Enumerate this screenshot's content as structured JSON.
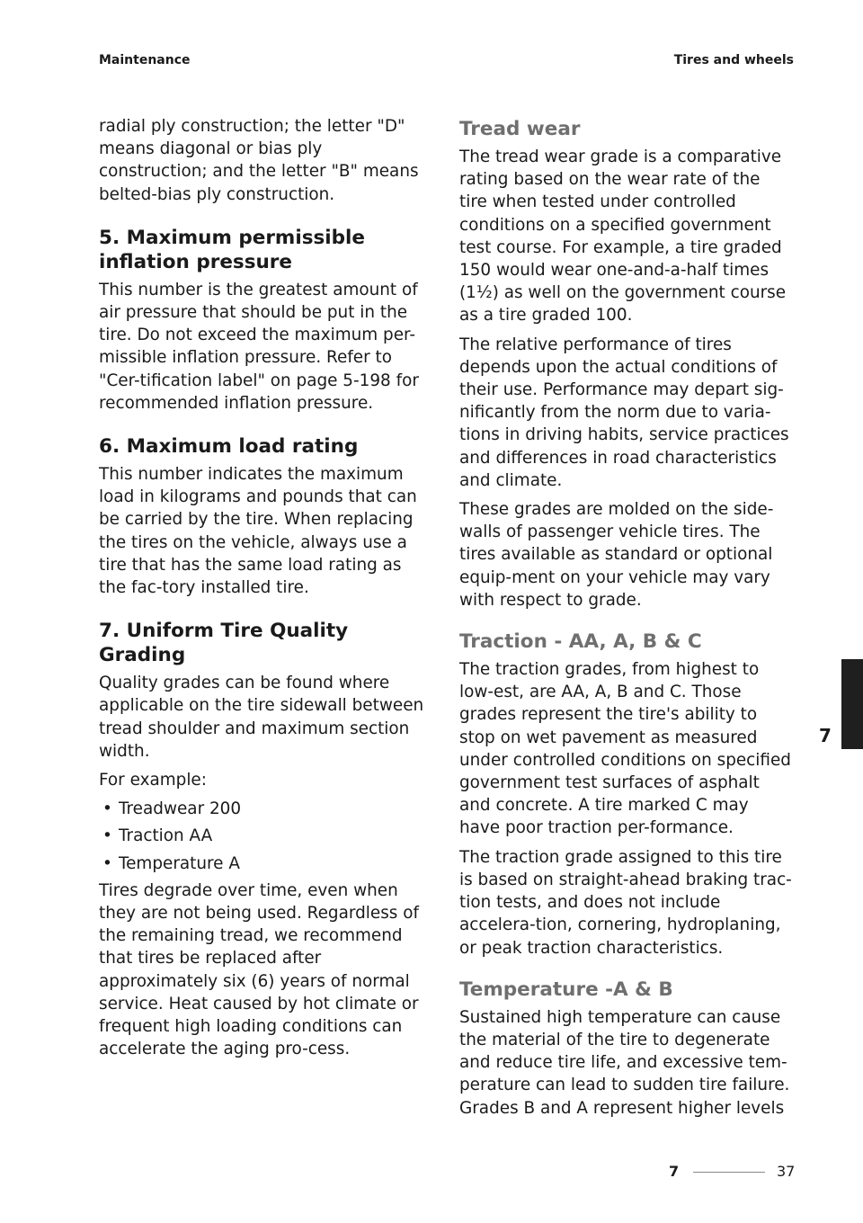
{
  "header": {
    "left": "Maintenance",
    "right": "Tires and wheels"
  },
  "left_column": {
    "intro": "radial ply construction; the letter \"D\" means diagonal or bias ply construction; and the letter \"B\" means belted-bias ply construction.",
    "s5_title": "5. Maximum permissible inflation pressure",
    "s5_text": "This number is the greatest amount of air pressure that should be put in the tire. Do not exceed the maximum per-missible inflation pressure. Refer to \"Cer-tification label\" on page 5-198 for recommended inflation pressure.",
    "s6_title": "6. Maximum load rating",
    "s6_text": "This number indicates the maximum load in kilograms and pounds that can be carried by the tire. When replacing the tires on the vehicle, always use a tire that has the same load rating as the fac-tory installed tire.",
    "s7_title": "7. Uniform Tire Quality Grading",
    "s7_text": "Quality grades can be found where applicable on the tire sidewall between tread shoulder and maximum section width.",
    "s7_example": "For example:",
    "bullet_char": "•",
    "bullets": [
      "Treadwear 200",
      "Traction AA",
      "Temperature A"
    ],
    "s7_closing": "Tires degrade over time, even when they are not being used. Regardless of the remaining tread, we recommend that tires be replaced after approximately six (6) years of normal service. Heat caused by hot climate or frequent high loading conditions can accelerate the aging pro-cess."
  },
  "right_column": {
    "tread_title": "Tread wear",
    "tread_p1": "The tread wear grade is a comparative rating based on the wear rate of the tire when tested under controlled conditions on a specified government test course. For example, a tire graded 150 would wear one-and-a-half times (1½) as well on the government course as a tire graded 100.",
    "tread_p2": "The relative performance of tires depends upon the actual conditions of their use. Performance may depart sig-nificantly from the norm due to varia-tions in driving habits, service practices and differences in road characteristics and climate.",
    "tread_p3": "These grades are molded on the side-walls of passenger vehicle tires. The tires available as standard or optional equip-ment on your vehicle may vary with respect to grade.",
    "traction_title": "Traction - AA, A, B & C",
    "traction_p1": "The traction grades, from highest to low-est, are AA, A, B and C. Those grades represent the tire's ability to stop on wet pavement as measured under controlled conditions on specified government test surfaces of asphalt and concrete. A tire marked C may have poor traction per-formance.",
    "traction_p2": "The traction grade assigned to this tire is based on straight-ahead braking trac-tion tests, and does not include accelera-tion, cornering, hydroplaning, or peak traction characteristics.",
    "temp_title": "Temperature -A & B",
    "temp_p1": "Sustained high temperature can cause the material of the tire to degenerate and reduce tire life, and excessive tem-perature can lead to sudden tire failure. Grades B and A represent higher levels"
  },
  "side_tab": {
    "label": "7"
  },
  "footer": {
    "chapter": "7",
    "page": "37"
  },
  "colors": {
    "text": "#1a1a1a",
    "subheading": "#6f6f6f",
    "tab": "#1f1f1f",
    "background": "#ffffff"
  }
}
